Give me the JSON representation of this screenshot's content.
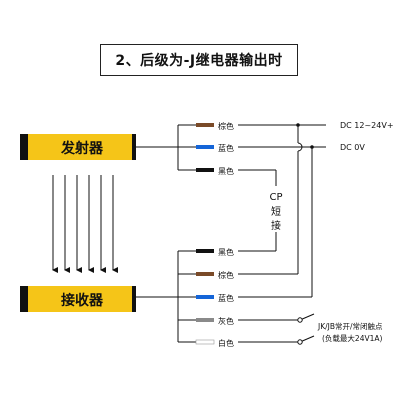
{
  "title": "2、后级为-J继电器输出时",
  "emitter": {
    "label": "发射器",
    "color": "#f5c518"
  },
  "receiver": {
    "label": "接收器",
    "color": "#f5c518"
  },
  "emitter_wires": [
    {
      "label": "棕色",
      "color": "#7a4a28"
    },
    {
      "label": "蓝色",
      "color": "#1565d8"
    },
    {
      "label": "黑色",
      "color": "#111111"
    }
  ],
  "receiver_wires": [
    {
      "label": "黑色",
      "color": "#111111"
    },
    {
      "label": "棕色",
      "color": "#7a4a28"
    },
    {
      "label": "蓝色",
      "color": "#1565d8"
    },
    {
      "label": "灰色",
      "color": "#8a8a8a"
    },
    {
      "label": "白色",
      "color": "#ffffff"
    }
  ],
  "power": {
    "positive": "DC 12~24V+",
    "negative": "DC 0V"
  },
  "cp": {
    "line1": "CP",
    "line2": "短",
    "line3": "接"
  },
  "relay": {
    "line1": "JK/JB常开/常闭触点",
    "line2": "(负载最大24V1A)"
  }
}
